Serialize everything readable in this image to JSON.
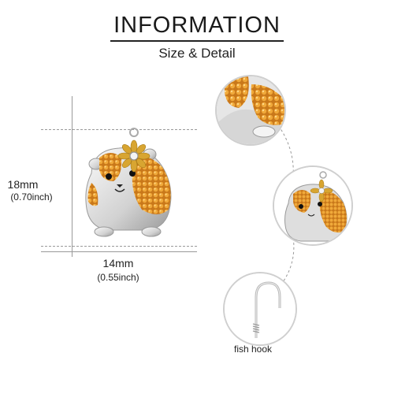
{
  "header": {
    "title": "INFORMATION",
    "subtitle": "Size & Detail"
  },
  "dimensions": {
    "height_mm": "18mm",
    "height_inch": "(0.70inch)",
    "width_mm": "14mm",
    "width_inch": "(0.55inch)"
  },
  "details": {
    "hook_label": "fish hook"
  },
  "colors": {
    "gem_orange": "#d98a1c",
    "silver": "#c9c9c9",
    "gold": "#d8a531"
  }
}
